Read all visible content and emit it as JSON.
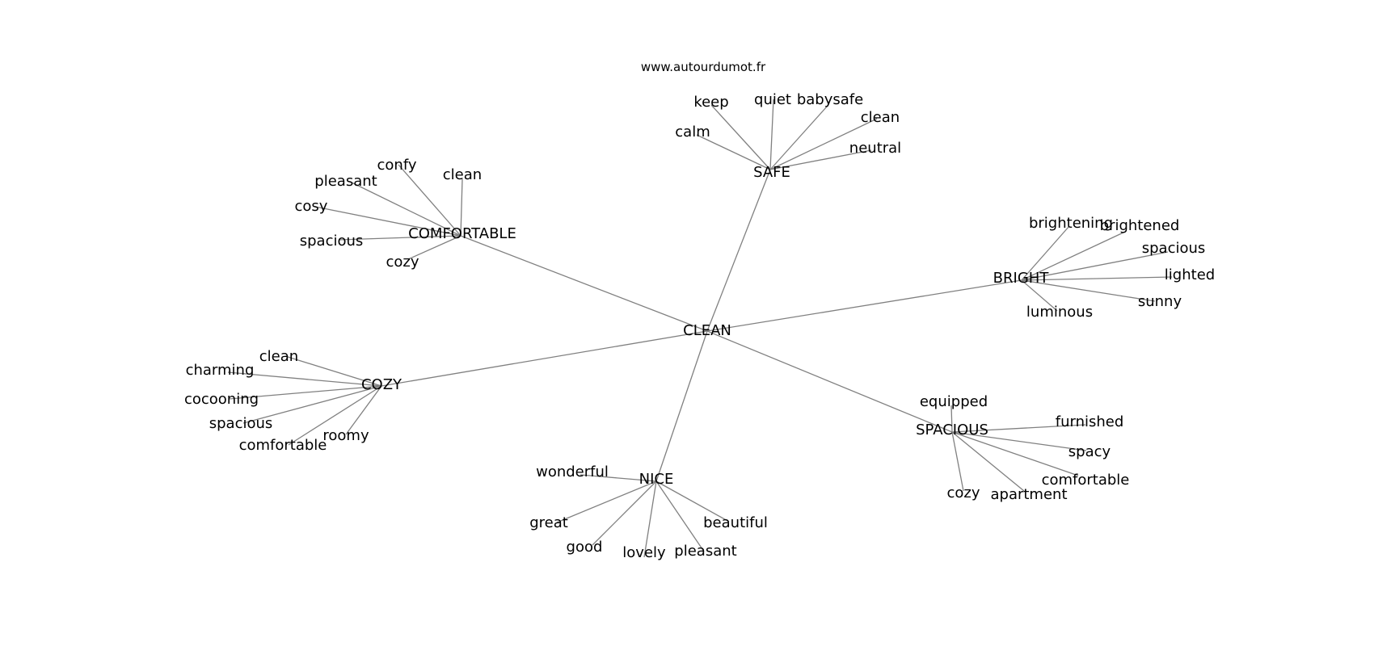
{
  "site_label": "www.autourdumot.fr",
  "root": "CLEAN",
  "hubs": [
    {
      "label": "SAFE",
      "words": [
        "keep",
        "quiet",
        "babysafe",
        "clean",
        "calm",
        "neutral"
      ]
    },
    {
      "label": "COMFORTABLE",
      "words": [
        "confy",
        "clean",
        "pleasant",
        "cosy",
        "spacious",
        "cozy"
      ]
    },
    {
      "label": "BRIGHT",
      "words": [
        "brightening",
        "brightened",
        "spacious",
        "lighted",
        "sunny",
        "luminous"
      ]
    },
    {
      "label": "COZY",
      "words": [
        "clean",
        "charming",
        "cocooning",
        "spacious",
        "comfortable",
        "roomy"
      ]
    },
    {
      "label": "SPACIOUS",
      "words": [
        "equipped",
        "furnished",
        "spacy",
        "comfortable",
        "apartment",
        "cozy"
      ]
    },
    {
      "label": "NICE",
      "words": [
        "wonderful",
        "great",
        "good",
        "lovely",
        "pleasant",
        "beautiful"
      ]
    }
  ],
  "colors": {
    "edge": "#808080",
    "text": "#000000",
    "background": "#ffffff"
  }
}
